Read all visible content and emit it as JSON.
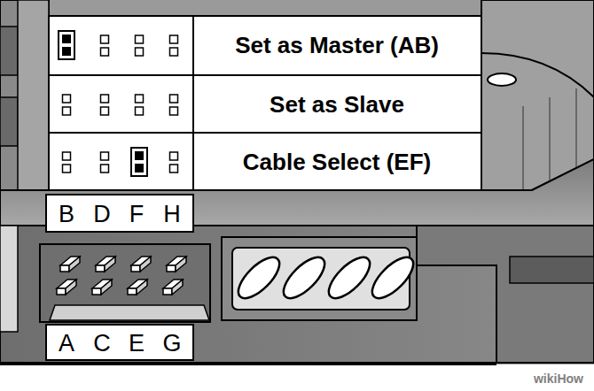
{
  "diagram": {
    "labels": [
      "Set as Master (AB)",
      "Set as Slave",
      "Cable Select (EF)",
      "B",
      "D",
      "F",
      "H",
      "A",
      "C",
      "E",
      "G",
      "wikiHow"
    ]
  }
}
